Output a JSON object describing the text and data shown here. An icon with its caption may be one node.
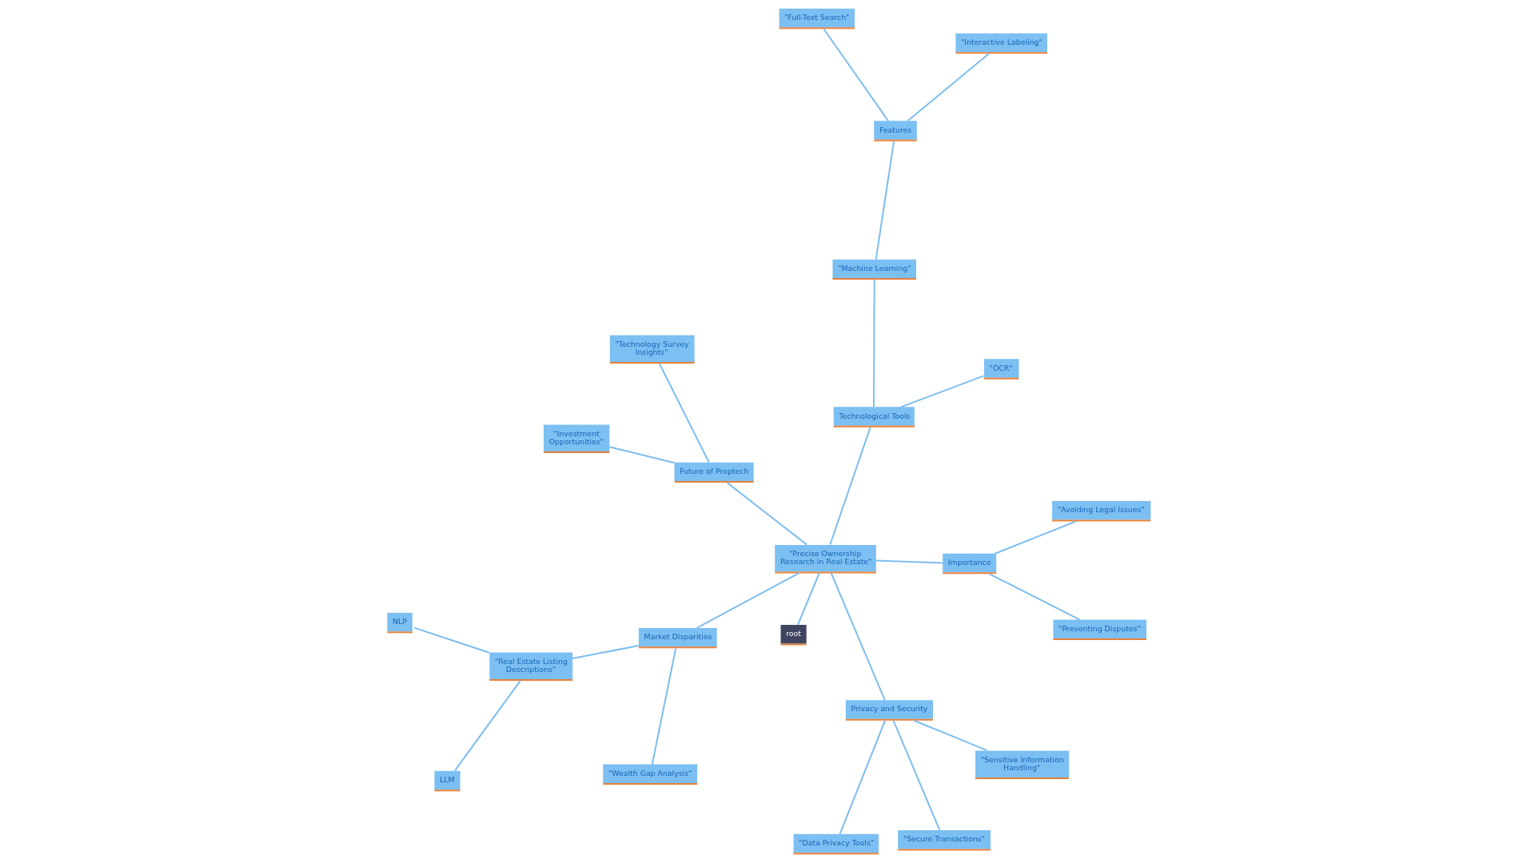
{
  "diagram": {
    "nodes": [
      {
        "text": [
          "root"
        ]
      },
      {
        "text": [
          "\"Precise Ownership Research in Real Estate\""
        ]
      },
      {
        "text": [
          "Market Disparities"
        ]
      },
      {
        "text": [
          "\"Real Estate Listing Descriptions\""
        ]
      },
      {
        "text": [
          "NLP"
        ]
      },
      {
        "text": [
          "LLM"
        ]
      },
      {
        "text": [
          "\"Wealth Gap Analysis\""
        ]
      },
      {
        "text": [
          "Privacy and Security"
        ]
      },
      {
        "text": [
          "\"Data Privacy Tools\""
        ]
      },
      {
        "text": [
          "\"Sensitive Information Handling\""
        ]
      },
      {
        "text": [
          "\"Secure Transactions\""
        ]
      },
      {
        "text": [
          "Importance"
        ]
      },
      {
        "text": [
          "\"Preventing Disputes\""
        ]
      },
      {
        "text": [
          "\"Avoiding Legal Issues\""
        ]
      },
      {
        "text": [
          "Technological Tools"
        ]
      },
      {
        "text": [
          "\"OCR\""
        ]
      },
      {
        "text": [
          "\"Machine Learning\""
        ]
      },
      {
        "text": [
          "Features"
        ]
      },
      {
        "text": [
          "\"Full-Text Search\""
        ]
      },
      {
        "text": [
          "\"Interactive Labeling\""
        ]
      },
      {
        "text": [
          "Future of Proptech"
        ]
      },
      {
        "text": [
          "\"Investment Opportunities\""
        ]
      },
      {
        "text": [
          "\"Technology Survey Insights\""
        ]
      }
    ],
    "edges": [
      {
        "from": 0,
        "to": 1,
        "arrow": "none"
      },
      {
        "from": 1,
        "to": 2,
        "arrow": "none"
      },
      {
        "from": 2,
        "to": 3,
        "arrow": "none"
      },
      {
        "from": 3,
        "to": 4,
        "arrow": "none"
      },
      {
        "from": 3,
        "to": 5,
        "arrow": "none"
      },
      {
        "from": 2,
        "to": 6,
        "arrow": "none"
      },
      {
        "from": 1,
        "to": 7,
        "arrow": "none"
      },
      {
        "from": 7,
        "to": 8,
        "arrow": "none"
      },
      {
        "from": 7,
        "to": 9,
        "arrow": "none"
      },
      {
        "from": 7,
        "to": 10,
        "arrow": "none"
      },
      {
        "from": 1,
        "to": 11,
        "arrow": "none"
      },
      {
        "from": 11,
        "to": 12,
        "arrow": "none"
      },
      {
        "from": 11,
        "to": 13,
        "arrow": "none"
      },
      {
        "from": 1,
        "to": 14,
        "arrow": "none"
      },
      {
        "from": 14,
        "to": 15,
        "arrow": "none"
      },
      {
        "from": 14,
        "to": 16,
        "arrow": "none"
      },
      {
        "from": 16,
        "to": 17,
        "arrow": "none"
      },
      {
        "from": 17,
        "to": 18,
        "arrow": "none"
      },
      {
        "from": 17,
        "to": 19,
        "arrow": "none"
      },
      {
        "from": 1,
        "to": 20,
        "arrow": "none"
      },
      {
        "from": 20,
        "to": 21,
        "arrow": "none"
      },
      {
        "from": 20,
        "to": 22,
        "arrow": "none"
      }
    ]
  }
}
